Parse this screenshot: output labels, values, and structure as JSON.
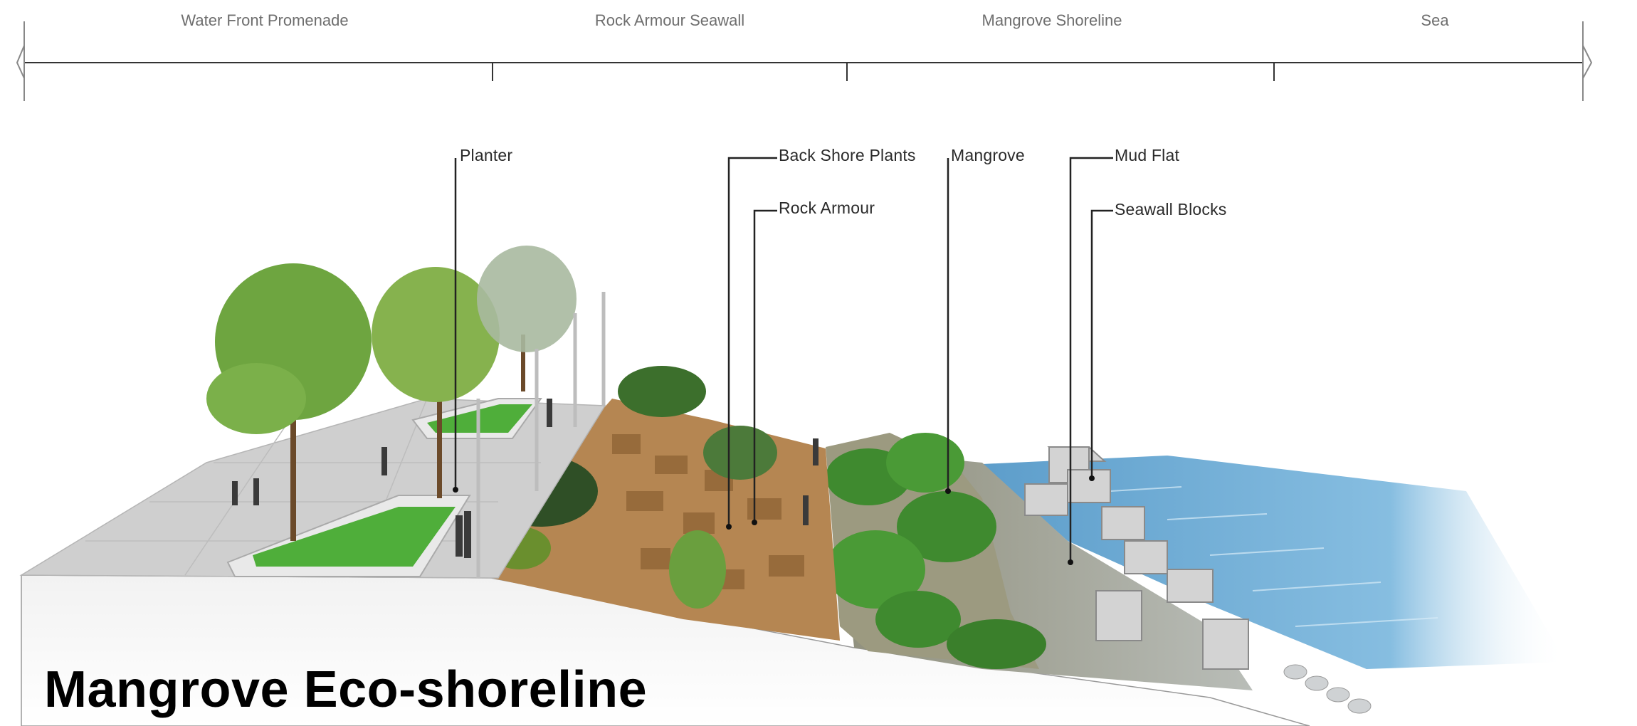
{
  "zones": [
    {
      "label": "Water Front Promenade"
    },
    {
      "label": "Rock Armour Seawall"
    },
    {
      "label": "Mangrove Shoreline"
    },
    {
      "label": "Sea"
    }
  ],
  "callouts": [
    {
      "label": "Planter"
    },
    {
      "label": "Back Shore Plants"
    },
    {
      "label": "Rock Armour"
    },
    {
      "label": "Mangrove"
    },
    {
      "label": "Mud Flat"
    },
    {
      "label": "Seawall Blocks"
    }
  ],
  "title": "Mangrove Eco-shoreline",
  "colors": {
    "grass": "#4fae3a",
    "tree": "#6ea540",
    "rock": "#b0804c",
    "mangrove": "#3f8a2f",
    "water": "#5fa2cf",
    "paving": "#cfcfcf",
    "blocks": "#d3d3d3"
  }
}
